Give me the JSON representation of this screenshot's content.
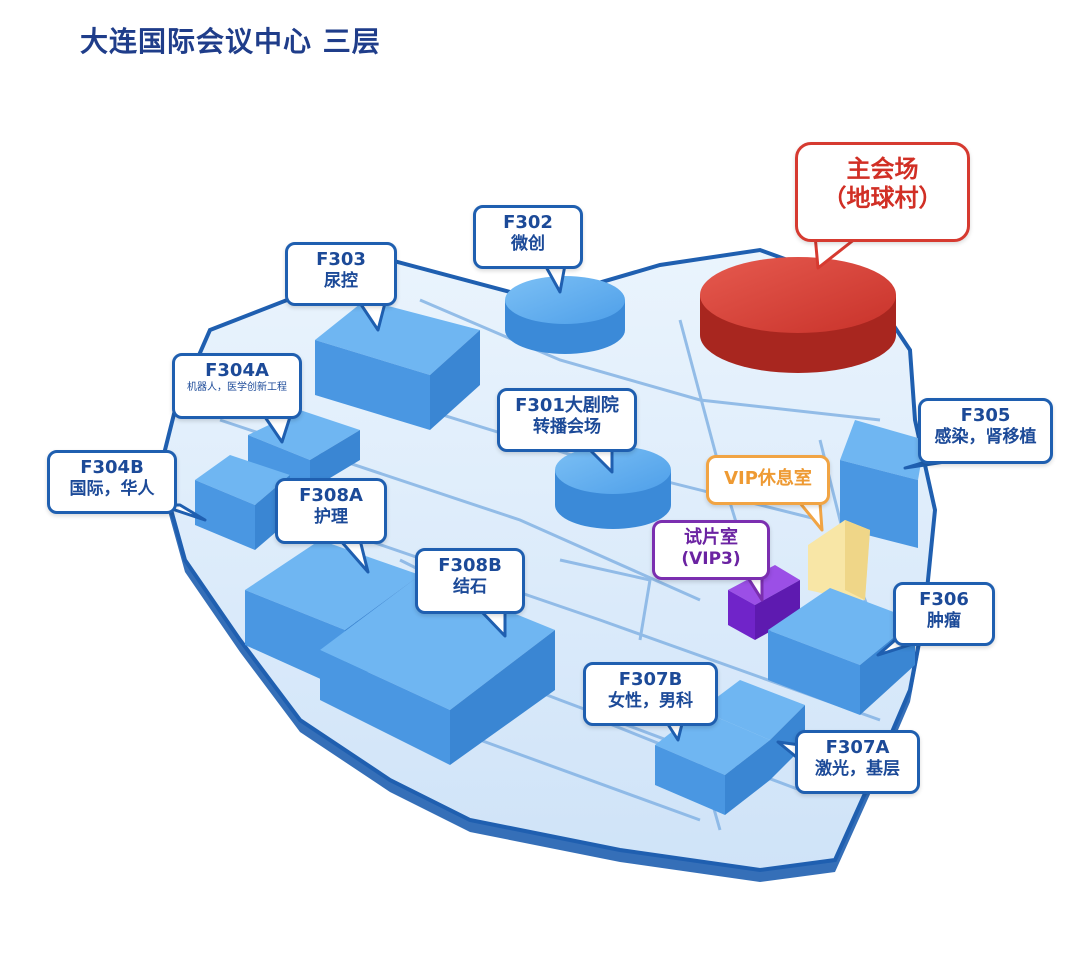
{
  "title": "大连国际会议中心  三层",
  "labels": {
    "main": {
      "line1": "主会场",
      "line2": "（地球村）"
    },
    "f302": {
      "code": "F302",
      "desc": "微创"
    },
    "f303": {
      "code": "F303",
      "desc": "尿控"
    },
    "f304a": {
      "code": "F304A",
      "desc": "机器人，医学创新工程"
    },
    "f304b": {
      "code": "F304B",
      "desc": "国际，华人"
    },
    "f301": {
      "code": "F301大剧院",
      "desc": "转播会场"
    },
    "f305": {
      "code": "F305",
      "desc": "感染，肾移植"
    },
    "vip": {
      "code": "VIP休息室"
    },
    "trial": {
      "code": "试片室",
      "desc": "(VIP3)"
    },
    "f308a": {
      "code": "F308A",
      "desc": "护理"
    },
    "f308b": {
      "code": "F308B",
      "desc": "结石"
    },
    "f306": {
      "code": "F306",
      "desc": "肿瘤"
    },
    "f307b": {
      "code": "F307B",
      "desc": "女性，男科"
    },
    "f307a": {
      "code": "F307A",
      "desc": "激光，基层"
    }
  },
  "colors": {
    "floor": "#dcecfb",
    "floor_outline": "#1f5fb0",
    "room": "#5aa9ef",
    "main_hall": "#d23a30",
    "vip": "#f8e6a6",
    "trial": "#7b2fd0"
  }
}
